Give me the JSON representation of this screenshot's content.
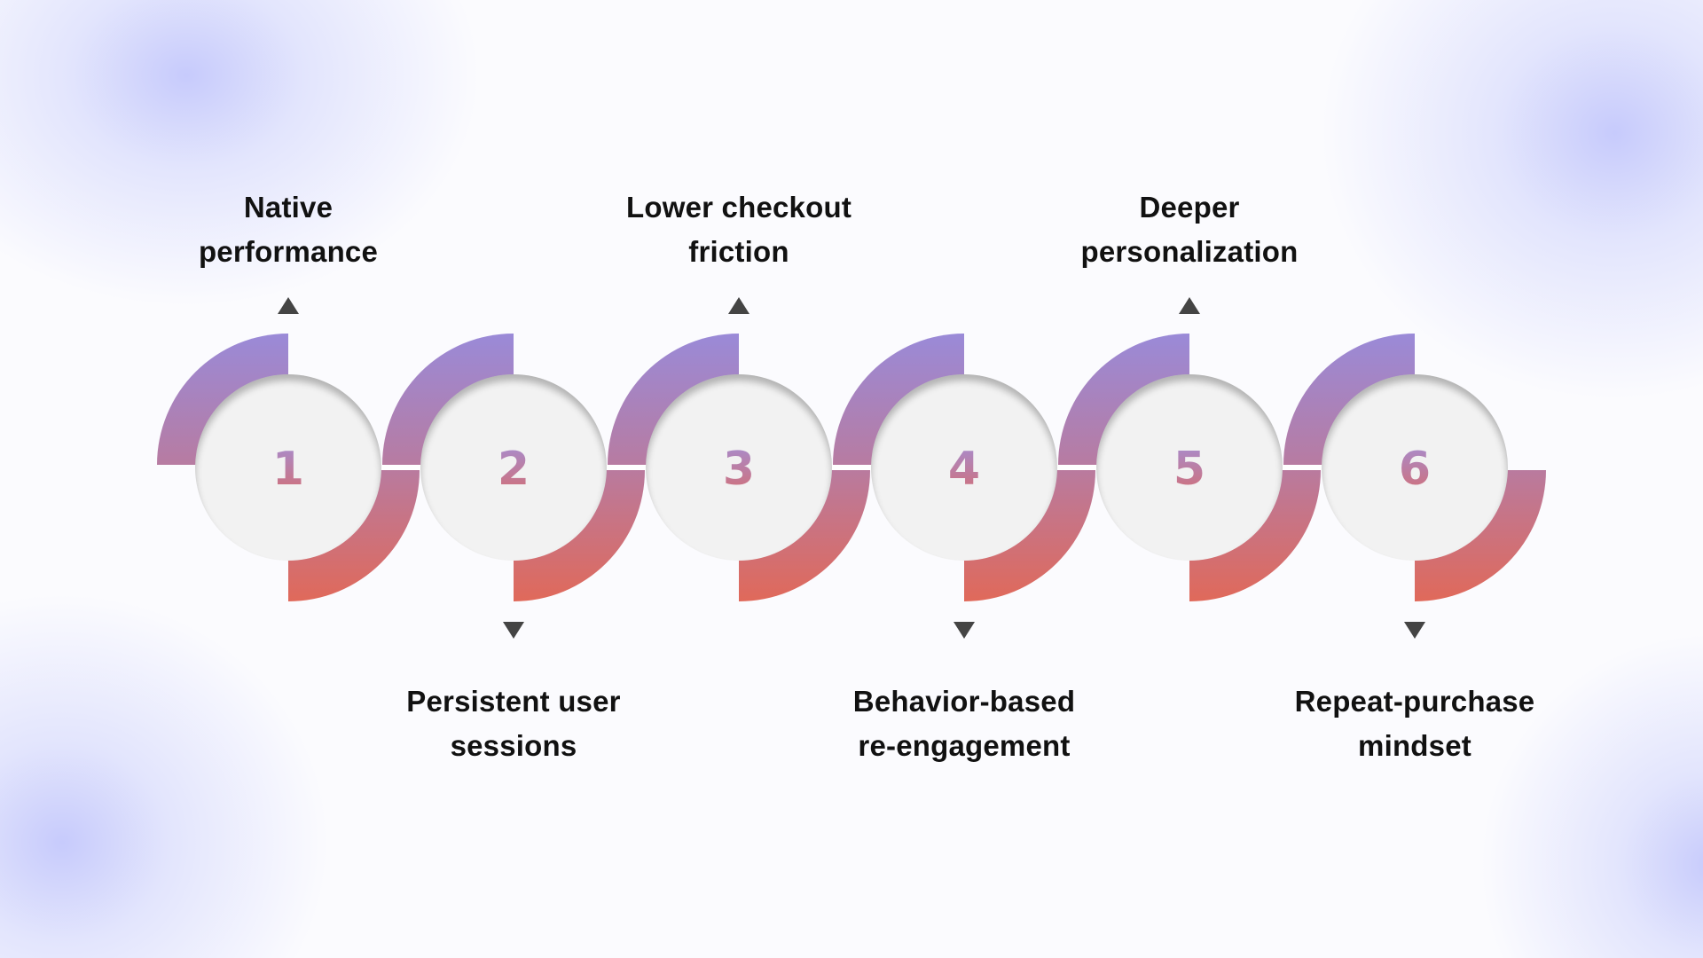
{
  "diagram": {
    "type": "numbered-process-timeline",
    "colors": {
      "gradient_top": "#9a8ad8",
      "gradient_mid": "#b87ba0",
      "gradient_bottom": "#e0695a",
      "number_top": "#a98bca",
      "number_bottom": "#d0707a",
      "disc_fill": "#f2f2f2",
      "text": "#111111",
      "arrow": "#444444",
      "background_blob": "#cdd0fb"
    },
    "steps": [
      {
        "number": "1",
        "label_line1": "Native",
        "label_line2": "performance",
        "label_position": "top",
        "arrow_icon": "triangle-up-icon"
      },
      {
        "number": "2",
        "label_line1": "Persistent user",
        "label_line2": "sessions",
        "label_position": "bottom",
        "arrow_icon": "triangle-down-icon"
      },
      {
        "number": "3",
        "label_line1": "Lower checkout",
        "label_line2": "friction",
        "label_position": "top",
        "arrow_icon": "triangle-up-icon"
      },
      {
        "number": "4",
        "label_line1": "Behavior-based",
        "label_line2": "re-engagement",
        "label_position": "bottom",
        "arrow_icon": "triangle-down-icon"
      },
      {
        "number": "5",
        "label_line1": "Deeper",
        "label_line2": "personalization",
        "label_position": "top",
        "arrow_icon": "triangle-up-icon"
      },
      {
        "number": "6",
        "label_line1": "Repeat-purchase",
        "label_line2": "mindset",
        "label_position": "bottom",
        "arrow_icon": "triangle-down-icon"
      }
    ]
  }
}
